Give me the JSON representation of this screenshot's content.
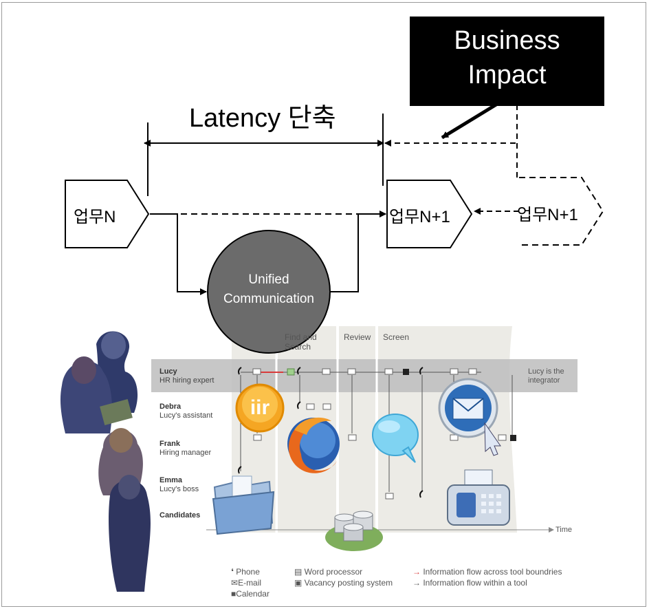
{
  "diagram": {
    "business_impact": "Business\nImpact",
    "latency_label": "Latency 단축",
    "node_start": "업무N",
    "node_next": "업무N+1",
    "node_future": "업무N+1",
    "uc_label": "Unified\nCommunication"
  },
  "workflow": {
    "phases": [
      "Find and\nSearch",
      "Review",
      "Screen"
    ],
    "people": [
      {
        "name": "Lucy",
        "role": "HR hiring expert"
      },
      {
        "name": "Debra",
        "role": "Lucy's assistant"
      },
      {
        "name": "Frank",
        "role": "Hiring manager"
      },
      {
        "name": "Emma",
        "role": "Lucy's boss"
      },
      {
        "name": "Candidates",
        "role": ""
      }
    ],
    "integrator_note": "Lucy is the\nintegrator",
    "time_label": "Time",
    "legend": {
      "phone": "Phone",
      "email": "E-mail",
      "calendar": "Calendar",
      "word": "Word processor",
      "vacancy": "Vacancy posting system",
      "across": "Information flow across tool boundries",
      "within": "Information flow within a tool"
    }
  },
  "colors": {
    "box_black": "#000000",
    "circle_gray": "#6b6b6b",
    "lane_highlight": "#a9a9a9",
    "flow_red": "#d93b3b"
  },
  "icons": [
    "people-illustration",
    "iir-icon",
    "firefox-icon",
    "speech-bubble-icon",
    "email-icon",
    "fax-icon",
    "folder-icon",
    "database-icon",
    "phone-icon",
    "envelope-icon",
    "calendar-icon"
  ]
}
